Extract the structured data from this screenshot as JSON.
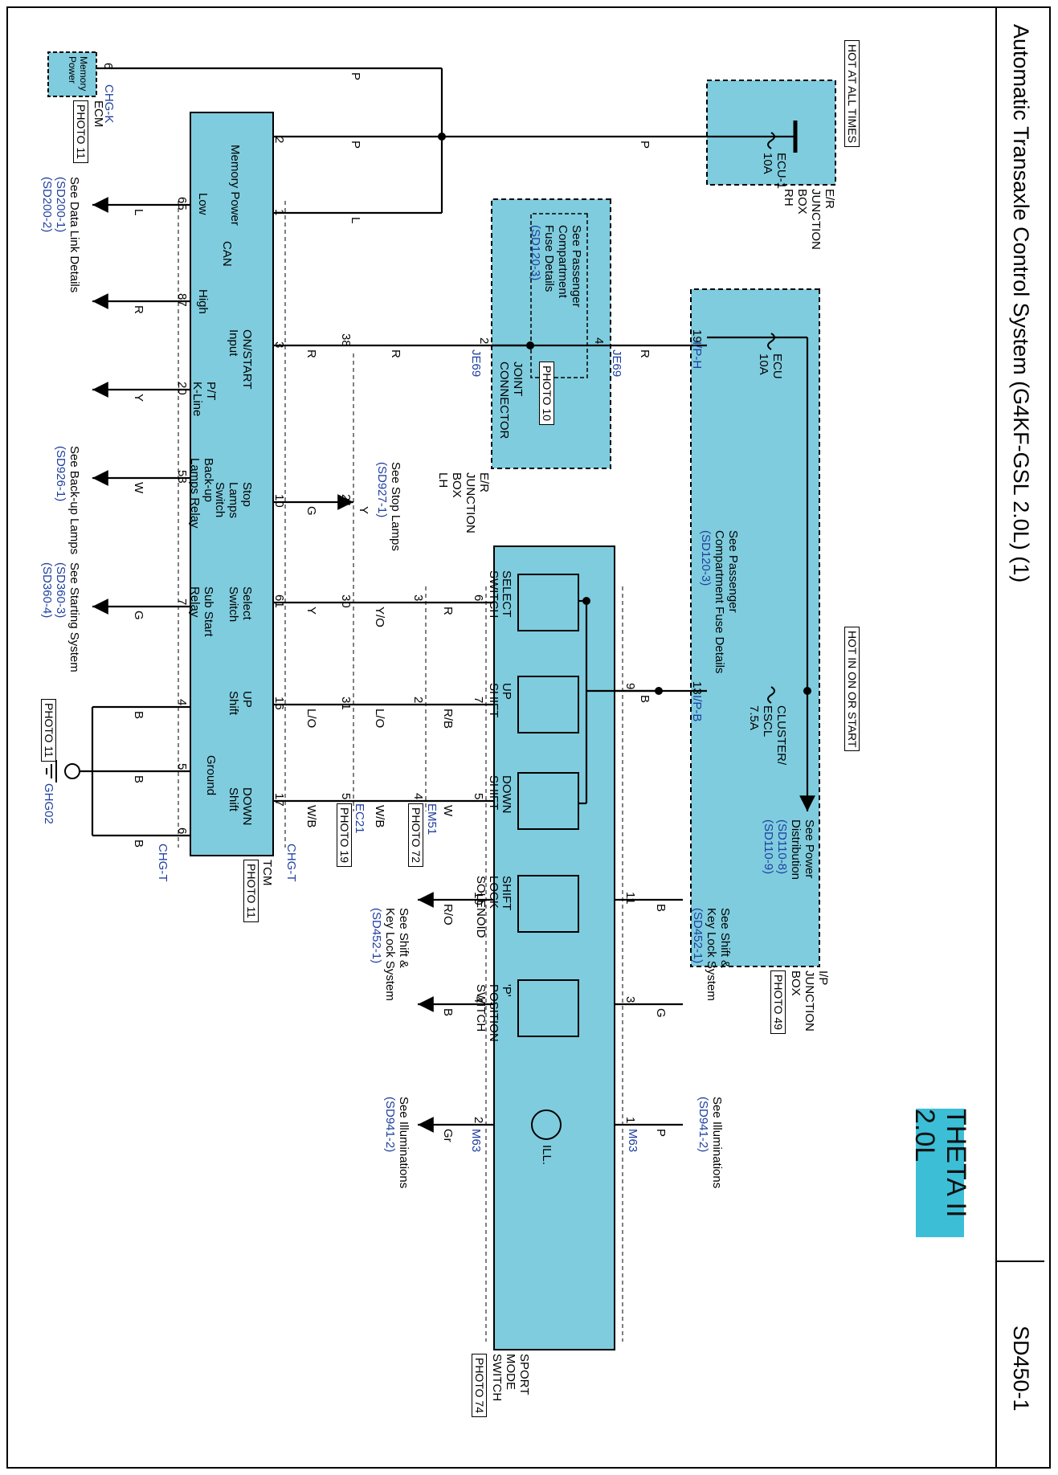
{
  "page": {
    "title": "Automatic Transaxle Control System (G4KF-GSL 2.0L) (1)",
    "id": "SD450-1",
    "badge": "THETA II 2.0L"
  },
  "modules": {
    "er_jb_rh": {
      "label": [
        "E/R",
        "JUNCTION",
        "BOX",
        "RH"
      ],
      "hot": "HOT AT ALL TIMES",
      "fuse": "ECU-1",
      "amp": "10A"
    },
    "er_jb_lh": {
      "label": [
        "E/R",
        "JUNCTION",
        "BOX",
        "LH"
      ],
      "note": [
        "See Passenger",
        "Compartment",
        "Fuse Details"
      ],
      "ref": "(SD120-3)",
      "joint": [
        "JOINT",
        "CONNECTOR"
      ],
      "photo": [
        "PHOTO",
        "10"
      ]
    },
    "ip_jb": {
      "label": [
        "I/P",
        "JUNCTION",
        "BOX"
      ],
      "photo": "PHOTO 49",
      "hot": "HOT IN ON OR START",
      "fuse1": "ECU",
      "amp1": "10A",
      "fuse2": [
        "CLUSTER/",
        "ESCL"
      ],
      "amp2": "7.5A",
      "note": [
        "See Passenger",
        "Compartment Fuse Details"
      ],
      "ref": "(SD120-3)",
      "power": [
        "See Power",
        "Distribution"
      ],
      "power_ref1": "(SD110-8)",
      "power_ref2": "(SD110-9)"
    },
    "ecm": {
      "label": "ECM",
      "pin_label": [
        "Memory",
        "Power"
      ],
      "photo": [
        "PHOTO",
        "11"
      ],
      "connector": "CHG-K"
    },
    "tcm": {
      "label": "TCM",
      "photo": [
        "PHOTO",
        "11"
      ]
    },
    "sport": {
      "label": [
        "SPORT",
        "MODE",
        "SWITCH"
      ],
      "photo": [
        "PHOTO",
        "74"
      ],
      "connector": "M63"
    }
  },
  "tcm_pins": {
    "memory_power": "Memory Power",
    "can": "CAN",
    "low": "Low",
    "high": "High",
    "onstart": [
      "ON/START",
      "Input"
    ],
    "pt": [
      "P/T",
      "K-Line"
    ],
    "stop": [
      "Stop",
      "Lamps",
      "Switch"
    ],
    "backup": [
      "Back-up",
      "Lamps Relay"
    ],
    "select": [
      "Select",
      "Switch"
    ],
    "substart": [
      "Sub Start",
      "Relay"
    ],
    "up": [
      "UP",
      "Shift"
    ],
    "ground": "Ground",
    "down": [
      "DOWN",
      "Shift"
    ]
  },
  "switches": {
    "select": [
      "SELECT",
      "SWITCH"
    ],
    "up": [
      "UP",
      "SHIFT"
    ],
    "down": [
      "DOWN",
      "SHIFT"
    ],
    "shift_lock": [
      "SHIFT",
      "LOCK",
      "SOLENOID"
    ],
    "p_position": [
      "'P'",
      "POSITION",
      "SWITCH"
    ],
    "ill": "ILL."
  },
  "connectors": {
    "chg_t": "CHG-T",
    "ec21": "EC21",
    "em51": "EM51",
    "ghg02": "GHG02",
    "je69": "JE69",
    "ipb": "I/P-B",
    "iph": "I/P-H"
  },
  "photos": {
    "ec21": [
      "PHOTO",
      "19"
    ],
    "em51": [
      "PHOTO",
      "72"
    ],
    "ground": "PHOTO 11"
  },
  "pins": {
    "ecm6": "6",
    "tcm2": "2",
    "tcm1": "1",
    "tcm3": "3",
    "tcm10": "10",
    "tcm61": "61",
    "tcm16": "16",
    "tcm17": "17",
    "tcm65": "65",
    "tcm87": "87",
    "tcm20": "20",
    "tcm53": "53",
    "tcm7": "7",
    "tcm4": "4",
    "tcm5": "5",
    "tcm6": "6",
    "ec38": "38",
    "ec21": "21",
    "ec30": "30",
    "ec31": "31",
    "ec5": "5",
    "em3": "3",
    "em2": "2",
    "em4": "4",
    "m6": "6",
    "m7": "7",
    "m5": "5",
    "m10": "10",
    "m4": "4",
    "m2": "2",
    "m9": "9",
    "m11": "11",
    "m3": "3",
    "m1": "1",
    "je2": "2",
    "je4": "4",
    "ip19": "19",
    "ip13": "13"
  },
  "wires": {
    "p1": "P",
    "p2": "P",
    "p3": "P",
    "l1": "L",
    "r38": "R",
    "r3": "R",
    "rje": "R",
    "g10": "G",
    "y21": "Y",
    "y61": "Y",
    "yo30": "Y/O",
    "r_em3": "R",
    "lo16": "L/O",
    "lo31": "L/O",
    "rb2": "R/B",
    "wb17": "W/B",
    "wb5": "W/B",
    "w4": "W",
    "can_l": "L",
    "can_r": "R",
    "kl_y": "Y",
    "bu_w": "W",
    "ss_g": "G",
    "gnd_b1": "B",
    "gnd_b2": "B",
    "gnd_b3": "B",
    "b9": "B",
    "ro10": "R/O",
    "b4": "B",
    "gr2": "Gr",
    "b11": "B",
    "g3": "G",
    "p1s": "P"
  },
  "refs": {
    "datalink": "See Data Link Details",
    "datalink1": "(SD200-1)",
    "datalink2": "(SD200-2)",
    "backup": "See Back-up Lamps",
    "backup1": "(SD926-1)",
    "stop": "See Stop Lamps",
    "stop1": "(SD927-1)",
    "start": "See Starting System",
    "start1": "(SD360-3)",
    "start2": "(SD360-4)",
    "shiftlock": [
      "See Shift &",
      "Key Lock System"
    ],
    "shiftlock1": "(SD452-1)",
    "illum": "See Illuminations",
    "illum1": "(SD941-2)"
  }
}
